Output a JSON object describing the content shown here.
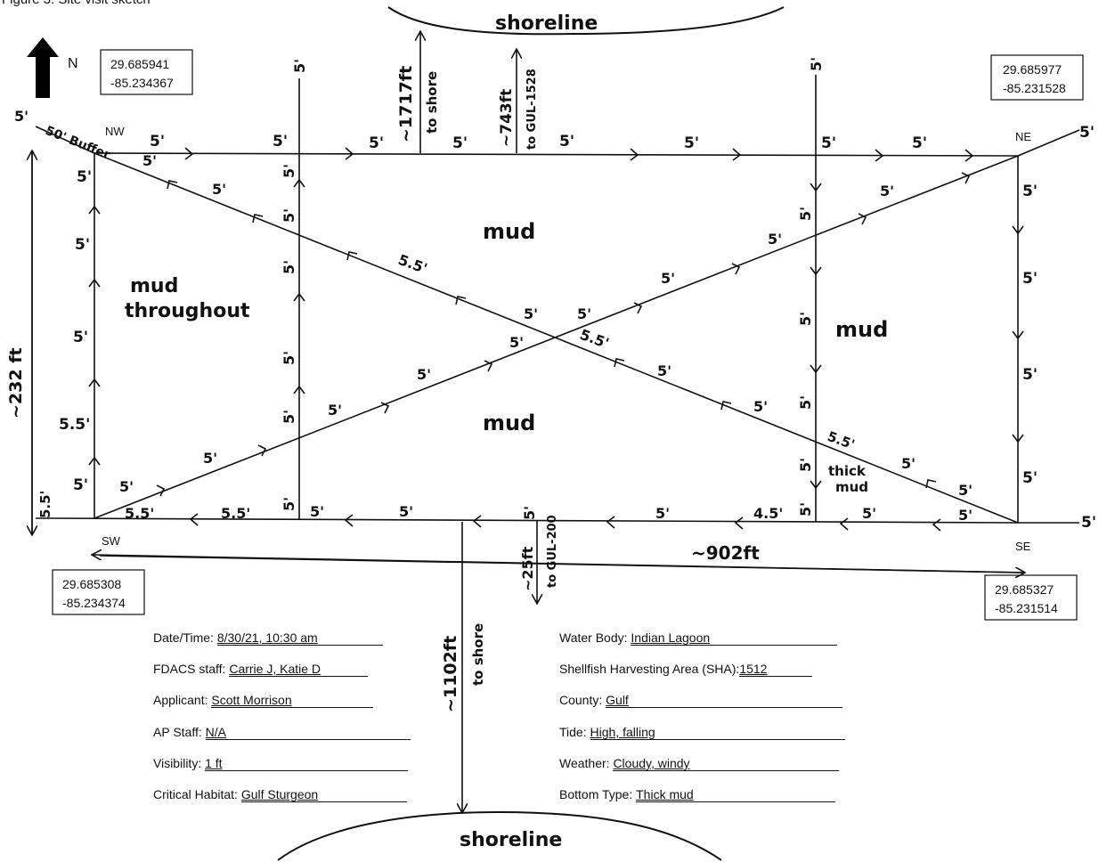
{
  "caption": "Figure 3. Site visit sketch",
  "compass": {
    "letter": "N"
  },
  "coords": {
    "nw": {
      "lat": "29.685941",
      "lon": "-85.234367"
    },
    "ne": {
      "lat": "29.685977",
      "lon": "-85.231528"
    },
    "sw": {
      "lat": "29.685308",
      "lon": "-85.234374"
    },
    "se": {
      "lat": "29.685327",
      "lon": "-85.231514"
    }
  },
  "corners": {
    "nw": "NW",
    "ne": "NE",
    "sw": "SW",
    "se": "SE"
  },
  "shoreline_top": "shoreline",
  "shoreline_bottom": "shoreline",
  "distances": {
    "shore_top": "~1717ft",
    "shore_top_sub": "to shore",
    "gul_top": "~743ft",
    "gul_top_sub": "to GUL-1528",
    "width": "~902ft",
    "height": "~232 ft",
    "gul_bottom": "~25ft",
    "gul_bottom_sub": "to GUL-200",
    "shore_bottom": "~1102ft",
    "shore_bottom_sub": "to shore",
    "buffer": "50' Buffer"
  },
  "habitat": {
    "mud_top": "mud",
    "mud_left_1": "mud",
    "mud_left_2": "throughout",
    "mud_right": "mud",
    "mud_bottom": "mud",
    "thick_1": "thick",
    "thick_2": "mud"
  },
  "depths": {
    "d5": "5'",
    "d55": "5.5'",
    "d45": "4.5'",
    "d5s": "5.5'"
  },
  "form": {
    "date_label": "Date/Time:",
    "date_value": "8/30/21, 10:30 am",
    "staff_label": "FDACS staff:",
    "staff_value": "Carrie J, Katie D",
    "applicant_label": "Applicant:",
    "applicant_value": "Scott Morrison",
    "ap_label": "AP Staff:",
    "ap_value": "N/A",
    "visibility_label": "Visibility:",
    "visibility_value": "1 ft",
    "critical_label": "Critical Habitat:",
    "critical_value": "Gulf Sturgeon",
    "water_label": "Water Body:",
    "water_value": "Indian Lagoon",
    "sha_label": "Shellfish Harvesting Area (SHA):",
    "sha_value": "1512",
    "county_label": "County:",
    "county_value": "Gulf",
    "tide_label": "Tide:",
    "tide_value": "High, falling",
    "weather_label": "Weather:",
    "weather_value": "Cloudy, windy",
    "bottom_label": "Bottom Type:",
    "bottom_value": "Thick mud"
  }
}
